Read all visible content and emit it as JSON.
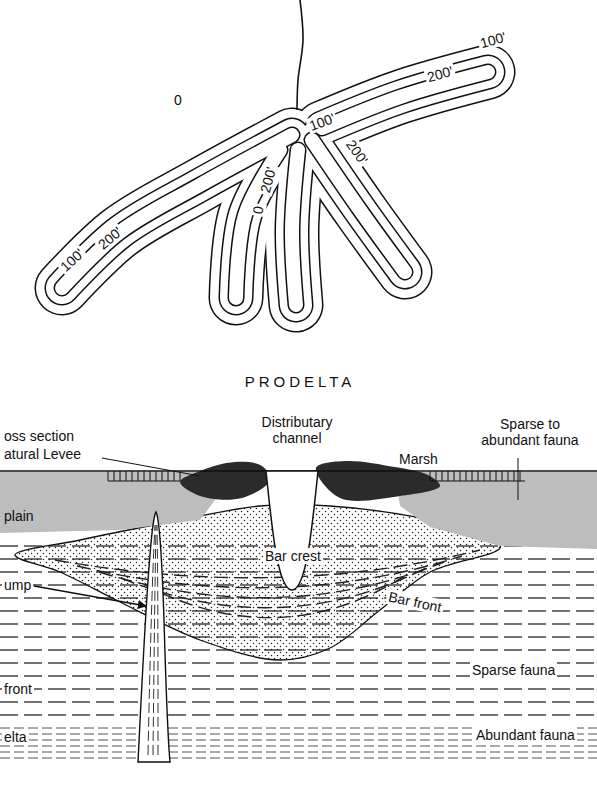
{
  "diagram": {
    "labels": [
      "100'",
      "200'",
      "0",
      "100'",
      "200'",
      "200'",
      "0",
      "200'",
      "100'",
      "PRODELTA",
      "oss section",
      "atural Levee",
      "Distributary channel",
      "Sparse to abundant fauna",
      "Marsh",
      "plain",
      "Bar crest",
      "ump",
      "Bar front",
      "Sparse fauna",
      "front",
      "elta",
      "Abundant fauna"
    ]
  }
}
